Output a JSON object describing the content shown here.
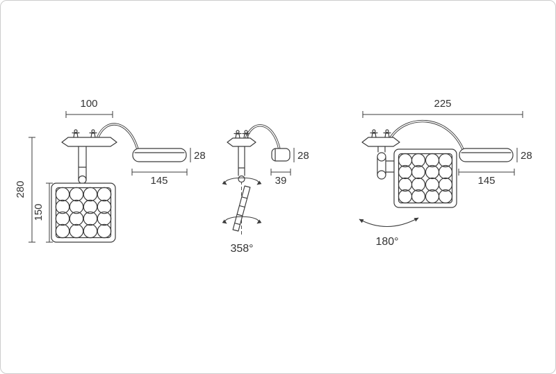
{
  "front_view": {
    "canopy_width": "100",
    "overall_height": "280",
    "head_height": "150",
    "driver_length": "145",
    "driver_height": "28"
  },
  "side_view": {
    "driver_height": "28",
    "driver_depth": "39",
    "rotation_angle": "358°"
  },
  "tilt_view": {
    "overall_width": "225",
    "driver_length": "145",
    "driver_height": "28",
    "tilt_angle": "180°"
  },
  "colors": {
    "line": "#3b3b3b",
    "text": "#333333",
    "border": "#cccccc",
    "background": "#ffffff"
  }
}
